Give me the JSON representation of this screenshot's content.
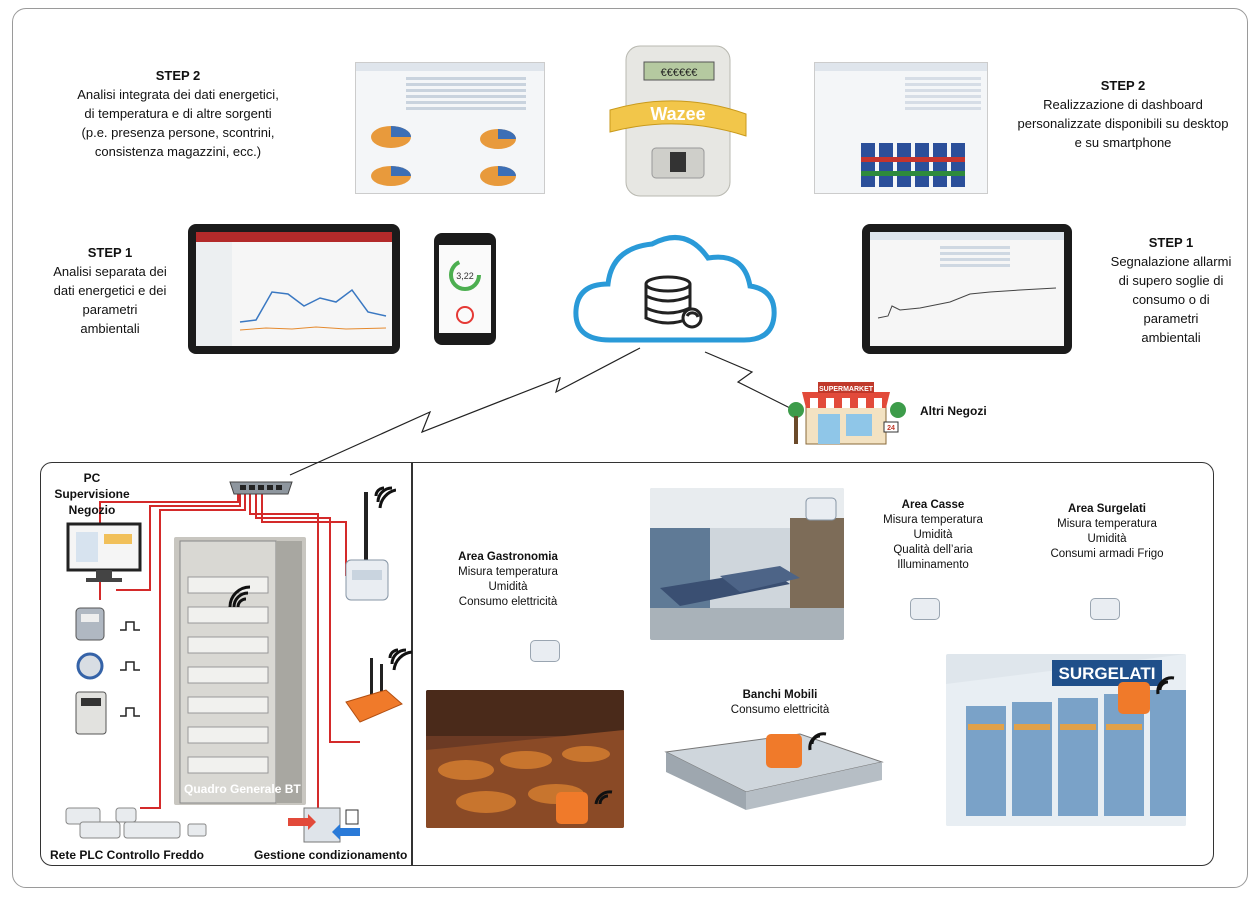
{
  "step2_left": {
    "title": "STEP 2",
    "lines": [
      "Analisi integrata dei dati energetici,",
      "di temperatura e di altre sorgenti",
      "(p.e. presenza persone, scontrini,",
      "consistenza magazzini, ecc.)"
    ]
  },
  "step2_right": {
    "title": "STEP 2",
    "lines": [
      "Realizzazione di dashboard",
      "personalizzate disponibili su desktop",
      "e su smartphone"
    ]
  },
  "step1_left": {
    "title": "STEP 1",
    "lines": [
      "Analisi separata dei",
      "dati energetici e dei",
      "parametri",
      "ambientali"
    ]
  },
  "step1_right": {
    "title": "STEP 1",
    "lines": [
      "Segnalazione allarmi",
      "di supero soglie di",
      "consumo o di",
      "parametri",
      "ambientali"
    ]
  },
  "meter_brand": "Wazee",
  "meter_display": "€€€€€€",
  "phone_gauge": "3,22",
  "supermarket_sign": "SUPERMARKET",
  "supermarket_badge": "24",
  "other_shops": "Altri Negozi",
  "pc": {
    "lines": [
      "PC",
      "Supervisione",
      "Negozio"
    ]
  },
  "quadro": "Quadro Generale BT",
  "rete_plc": "Rete PLC Controllo Freddo",
  "gestione_cond": "Gestione condizionamento",
  "areas": {
    "gastronomia": {
      "title": "Area Gastronomia",
      "lines": [
        "Misura temperatura",
        "Umidità",
        "Consumo elettricità"
      ]
    },
    "casse": {
      "title": "Area Casse",
      "lines": [
        "Misura temperatura",
        "Umidità",
        "Qualità dell’aria",
        "Illuminamento"
      ]
    },
    "surgelati": {
      "title": "Area Surgelati",
      "lines": [
        "Misura temperatura",
        "Umidità",
        "Consumi armadi Frigo"
      ]
    },
    "banchi": {
      "title": "Banchi Mobili",
      "lines": [
        "Consumo elettricità"
      ]
    }
  },
  "surgelati_sign": "SURGELATI",
  "colors": {
    "cable_red": "#d42a2a",
    "cloud_blue": "#2a9ad8",
    "sensor_orange": "#f07a2a",
    "dark": "#222222"
  }
}
